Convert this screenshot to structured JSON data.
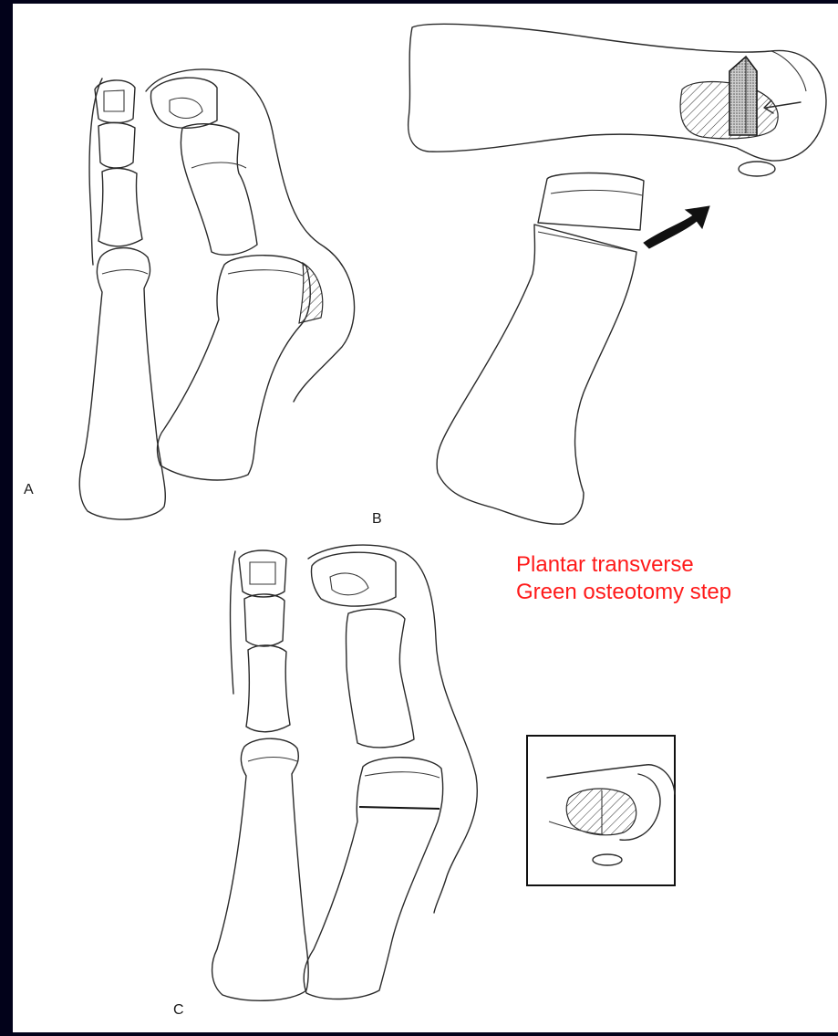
{
  "figure": {
    "panel_labels": {
      "a": "A",
      "b": "B",
      "c": "C"
    },
    "annotation": {
      "line1": "Plantar transverse",
      "line2": "Green osteotomy step"
    },
    "colors": {
      "background": "#02021a",
      "annotation_text": "#ff1a1a",
      "line_art": "#2a2a2a",
      "canvas": "#ffffff"
    }
  }
}
